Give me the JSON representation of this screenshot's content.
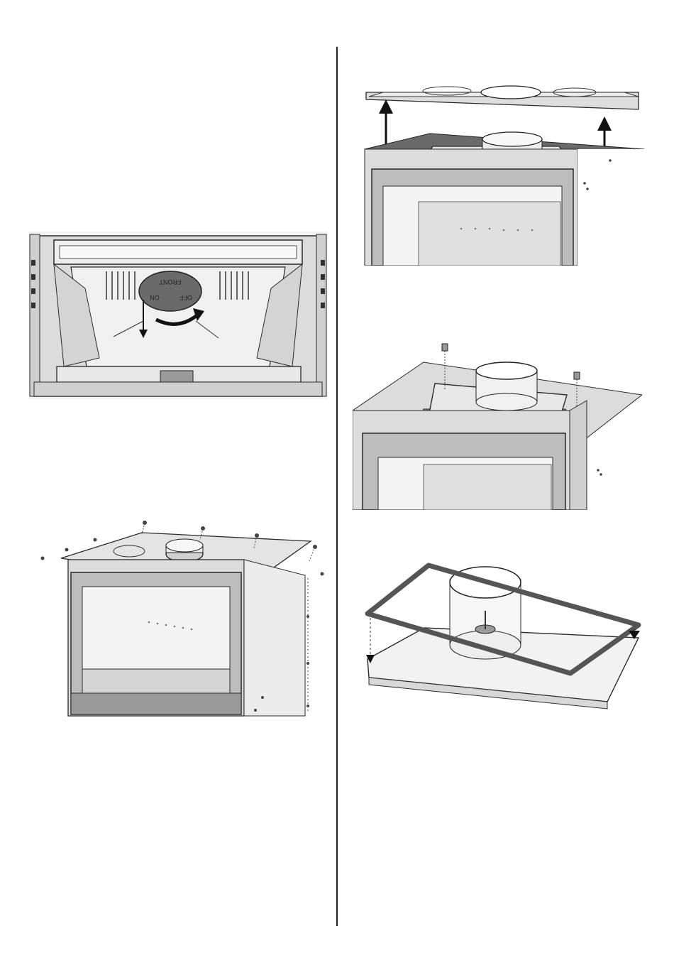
{
  "baffle_labels": {
    "top": "FRONT",
    "left": "ON",
    "right": "OFF"
  },
  "colors": {
    "outline": "#2a2a2a",
    "steel_light": "#e6e6e6",
    "steel_mid": "#bdbdbd",
    "steel_dark": "#555555",
    "arrow": "#111111"
  }
}
